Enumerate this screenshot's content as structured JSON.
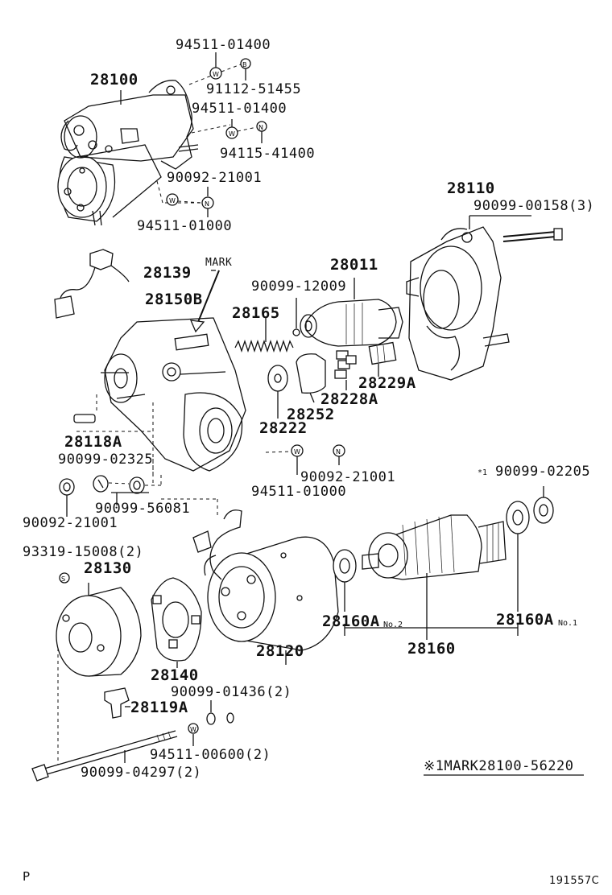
{
  "diagram": {
    "labels": {
      "p94511_01400_a": "94511-01400",
      "p28100": "28100",
      "p91112_51455": "91112-51455",
      "p94511_01400_b": "94511-01400",
      "p94115_41400": "94115-41400",
      "p90092_21001_a": "90092-21001",
      "p94511_01000_a": "94511-01000",
      "p28110": "28110",
      "p90099_00158": "90099-00158(3)",
      "p28139": "28139",
      "mark": "MARK",
      "p28011": "28011",
      "p28150b": "28150B",
      "p90099_12009": "90099-12009",
      "p28165": "28165",
      "p28229a": "28229A",
      "p28228a": "28228A",
      "p28252": "28252",
      "p28222": "28222",
      "p28118a": "28118A",
      "p90099_02325": "90099-02325",
      "p90092_21001_b": "90092-21001",
      "p94511_01000_b": "94511-01000",
      "p90099_02205": "90099-02205",
      "p90099_02205_mark": "*1",
      "p90099_56081": "90099-56081",
      "p90092_21001_c": "90092-21001",
      "p93319_15008": "93319-15008(2)",
      "p28130": "28130",
      "p28160a_1": "28160A",
      "p28160a_1_note": "No.2",
      "p28160a_2": "28160A",
      "p28160a_2_note": "No.1",
      "p28120": "28120",
      "p28160": "28160",
      "p28140": "28140",
      "p90099_01436": "90099-01436(2)",
      "p28119a": "28119A",
      "p94511_00600": "94511-00600(2)",
      "p90099_04297": "90099-04297(2)",
      "mark_note": "※1MARK28100-56220",
      "footer_left": "P",
      "footer_right": "191557C"
    }
  }
}
